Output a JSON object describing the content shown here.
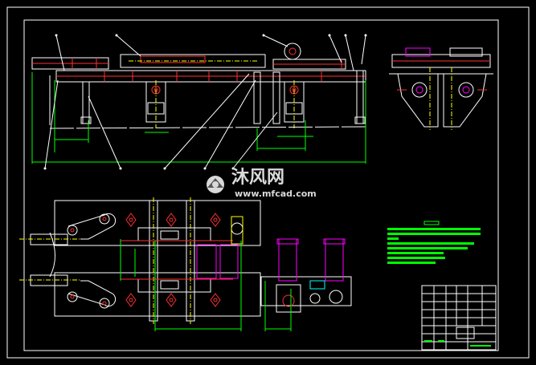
{
  "watermark": {
    "brand_cn": "沐风网",
    "url": "www.mfcad.com"
  },
  "colors": {
    "background": "#000000",
    "frame": "#ffffff",
    "outline": "#ffffff",
    "part_red": "#ff3030",
    "leader_green": "#00ff00",
    "hidden_magenta": "#ff00ff",
    "center_yellow": "#ffff00",
    "dim_cyan": "#00ffff"
  },
  "views": [
    {
      "name": "front-elevation",
      "description_visible": false
    },
    {
      "name": "side-elevation",
      "description_visible": false
    },
    {
      "name": "plan-view",
      "description_visible": false
    }
  ],
  "technical_notes": {
    "line_count": 8
  },
  "title_block": {
    "rows": 7,
    "columns": 6
  }
}
